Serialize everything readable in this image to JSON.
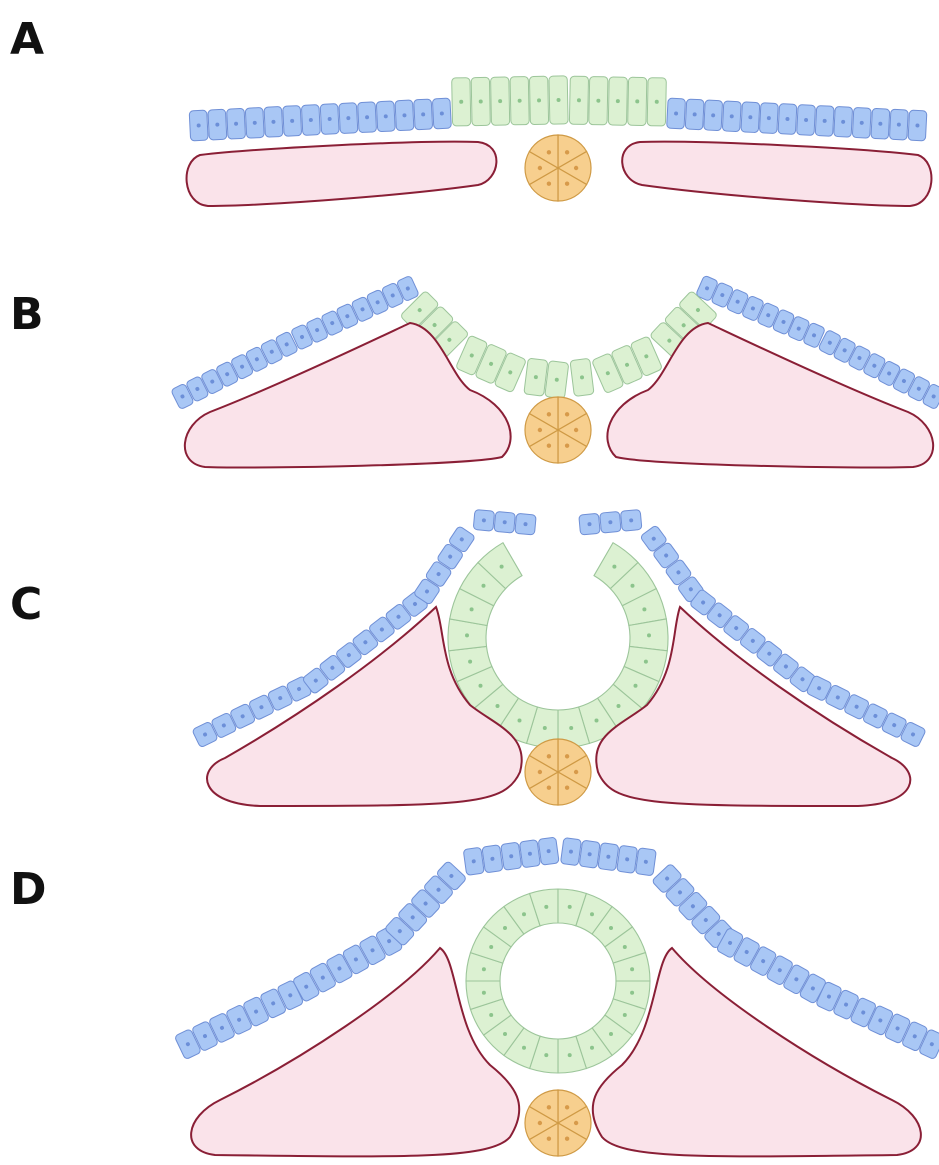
{
  "panels": [
    {
      "id": "A",
      "label": "A"
    },
    {
      "id": "B",
      "label": "B"
    },
    {
      "id": "C",
      "label": "C"
    },
    {
      "id": "D",
      "label": "D"
    }
  ],
  "colors": {
    "ectoderm_fill": "#a9c7f5",
    "ectoderm_stroke": "#6f8fd6",
    "ectoderm_dot": "#6c8fd8",
    "neural_fill": "#dcf1d2",
    "neural_stroke": "#9cc59a",
    "neural_dot": "#8cc48c",
    "mesoderm_fill": "#fae3ea",
    "mesoderm_stroke": "#8a1f36",
    "notochord_fill": "#f7cf8e",
    "notochord_stroke": "#cf9a45",
    "notochord_dot": "#d79a4a"
  }
}
